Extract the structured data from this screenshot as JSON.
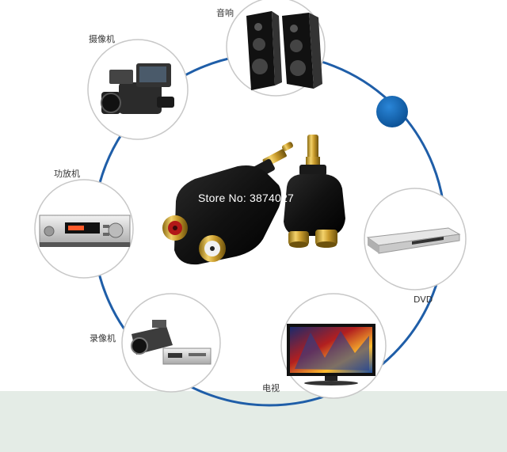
{
  "devices": [
    {
      "id": "speaker",
      "label": "音响",
      "icon": "speaker-pair"
    },
    {
      "id": "camcorder",
      "label": "摄像机",
      "icon": "camcorder"
    },
    {
      "id": "amplifier",
      "label": "功放机",
      "icon": "amplifier"
    },
    {
      "id": "dvd",
      "label": "DVD",
      "icon": "dvd-player"
    },
    {
      "id": "recorder",
      "label": "录像机",
      "icon": "cctv-recorder"
    },
    {
      "id": "tv",
      "label": "电视",
      "icon": "television"
    }
  ],
  "product": {
    "name": "3.5mm stereo plug to 2 RCA female Y adapter",
    "watermark": "Store No: 3874027"
  },
  "colors": {
    "ring": "#1f5ea8",
    "accent_dot": "#0d63b6",
    "bottom_band": "#e4ece6"
  }
}
